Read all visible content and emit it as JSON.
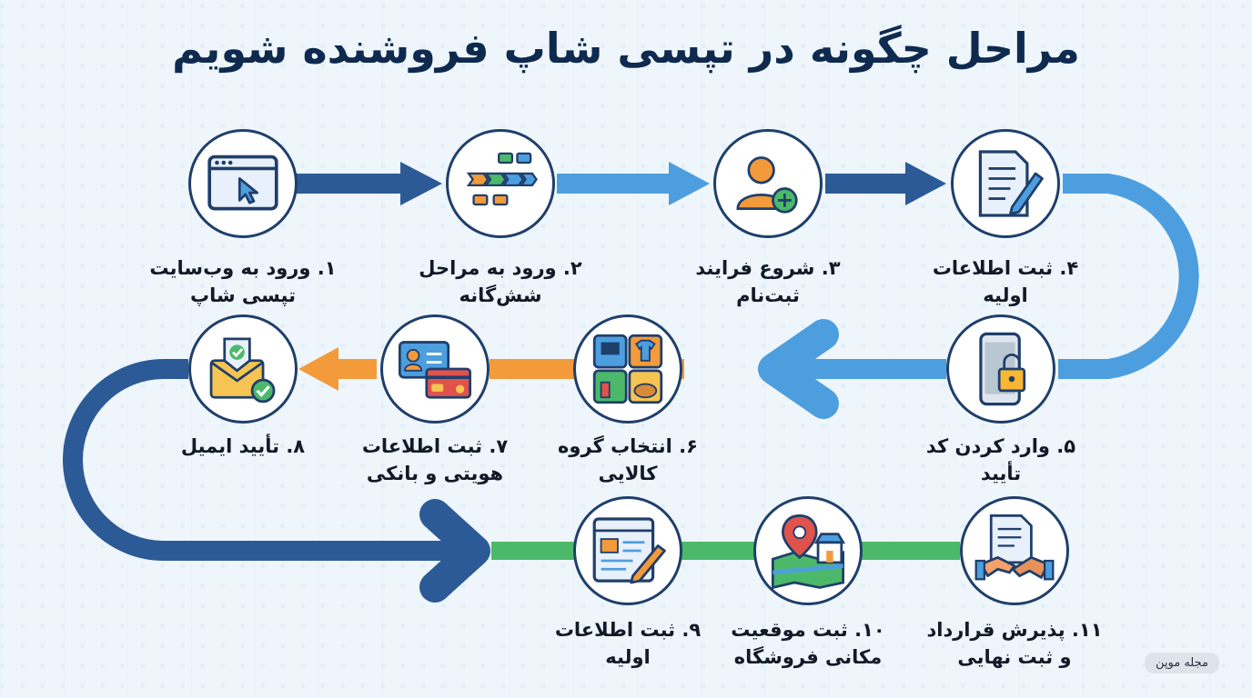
{
  "title": "مراحل چگونه در تپسی شاپ فروشنده شویم",
  "steps": [
    {
      "label": "۱. ورود به وب‌سایت تپسی شاپ",
      "icon": "browser-cursor-icon"
    },
    {
      "label": "۲. ورود به مراحل شش‌گانه",
      "icon": "flowchart-icon"
    },
    {
      "label": "۳. شروع فرایند ثبت‌نام",
      "icon": "user-add-icon"
    },
    {
      "label": "۴. ثبت اطلاعات اولیه",
      "icon": "document-pen-icon"
    },
    {
      "label": "۵. وارد کردن کد تأیید",
      "icon": "phone-lock-icon"
    },
    {
      "label": "۶. انتخاب گروه کالایی",
      "icon": "product-categories-icon"
    },
    {
      "label": "۷. ثبت اطلاعات هویتی و بانکی",
      "icon": "id-card-bank-card-icon"
    },
    {
      "label": "۸. تأیید ایمیل",
      "icon": "email-check-icon"
    },
    {
      "label": "۹. ثبت اطلاعات اولیه",
      "icon": "form-pen-icon"
    },
    {
      "label": "۱۰. ثبت موقعیت مکانی فروشگاه",
      "icon": "map-store-icon"
    },
    {
      "label": "۱۱. پذیرش قرارداد و ثبت نهایی",
      "icon": "contract-handshake-icon"
    }
  ],
  "badge": "مجله موپن",
  "colors": {
    "title": "#0f2a4f",
    "dark_blue": "#2c5a96",
    "light_blue": "#4d9edf",
    "orange": "#f39a3b",
    "green": "#4cb96a",
    "node_border": "#1f3f6b"
  }
}
